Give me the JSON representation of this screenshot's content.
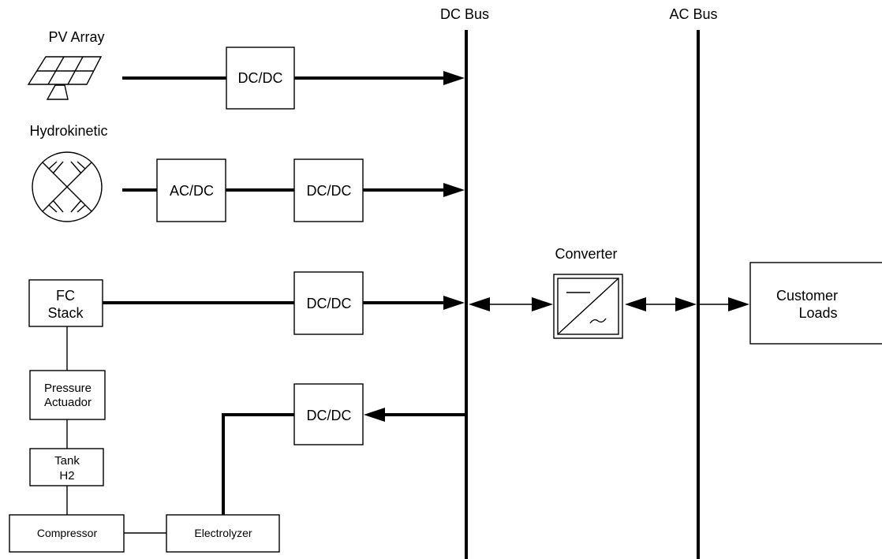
{
  "buses": {
    "dc_bus": "DC Bus",
    "ac_bus": "AC Bus"
  },
  "sources": {
    "pv_array": "PV Array",
    "hydrokinetic": "Hydrokinetic"
  },
  "converters": {
    "pv_dcdc": "DC/DC",
    "hk_acdc": "AC/DC",
    "hk_dcdc": "DC/DC",
    "fc_dcdc": "DC/DC",
    "el_dcdc": "DC/DC",
    "main_converter": "Converter"
  },
  "fuel_cell": {
    "stack_line1": "FC",
    "stack_line2": "Stack",
    "pressure_line1": "Pressure",
    "pressure_line2": "Actuador",
    "tank_line1": "Tank",
    "tank_line2": "H2",
    "compressor": "Compressor",
    "electrolyzer": "Electrolyzer"
  },
  "loads": {
    "line1": "Customer",
    "line2": "Loads"
  }
}
